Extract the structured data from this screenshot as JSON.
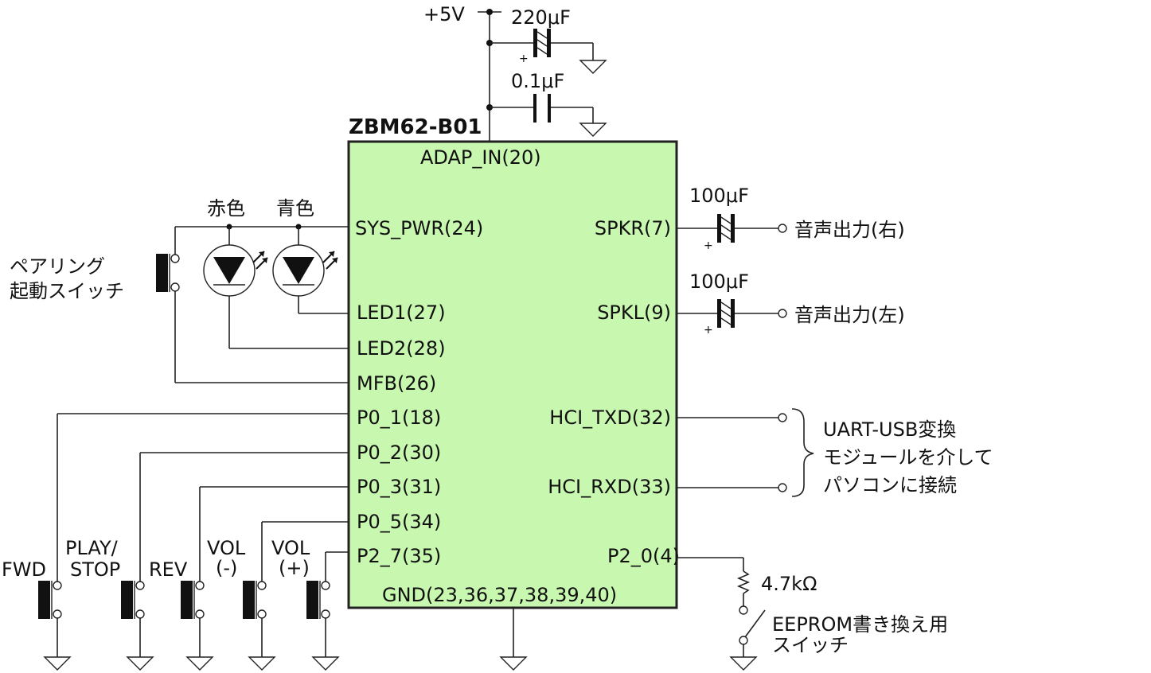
{
  "diagram": {
    "type": "circuit-schematic",
    "module": {
      "name": "ZBM62-B01",
      "fill_color": "#c8f7b0",
      "pins": {
        "adap_in": "ADAP_IN(20)",
        "sys_pwr": "SYS_PWR(24)",
        "led1": "LED1(27)",
        "led2": "LED2(28)",
        "mfb": "MFB(26)",
        "p0_1": "P0_1(18)",
        "p0_2": "P0_2(30)",
        "p0_3": "P0_3(31)",
        "p0_5": "P0_5(34)",
        "p2_7": "P2_7(35)",
        "gnd": "GND(23,36,37,38,39,40)",
        "spkr": "SPKR(7)",
        "spkl": "SPKL(9)",
        "hci_txd": "HCI_TXD(32)",
        "hci_rxd": "HCI_RXD(33)",
        "p2_0": "P2_0(4)"
      }
    },
    "power": {
      "supply": "+5V",
      "cap_electrolytic": "220μF",
      "cap_ceramic": "0.1μF",
      "plus_mark": "+"
    },
    "leds": {
      "red": "赤色",
      "blue": "青色"
    },
    "pairing_switch": {
      "line1": "ペアリング",
      "line2": "起動スイッチ"
    },
    "audio": {
      "cap_right": "100μF",
      "cap_left": "100μF",
      "out_right": "音声出力(右)",
      "out_left": "音声出力(左)"
    },
    "uart": {
      "line1": "UART-USB変換",
      "line2": "モジュールを介して",
      "line3": "パソコンに接続"
    },
    "buttons": {
      "fwd": "FWD",
      "play_1": "PLAY/",
      "play_2": "STOP",
      "rev": "REV",
      "volm_1": "VOL",
      "volm_2": "(-)",
      "volp_1": "VOL",
      "volp_2": "(+)"
    },
    "eeprom": {
      "resistor": "4.7kΩ",
      "line1": "EEPROM書き換え用",
      "line2": "スイッチ"
    }
  }
}
